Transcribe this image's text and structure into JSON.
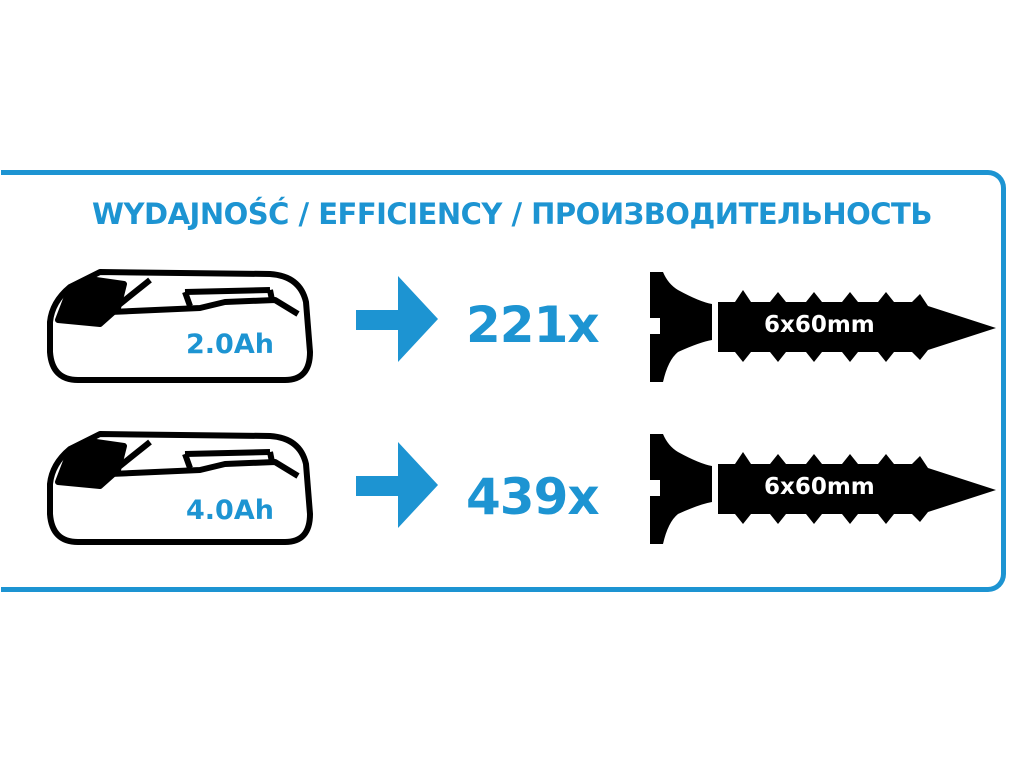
{
  "title": "WYDAJNOŚĆ / EFFICIENCY / ПРОИЗВОДИТЕЛЬНОСТЬ",
  "accent_color": "#1d94d2",
  "rows": [
    {
      "battery": "2.0Ah",
      "count": "221x",
      "screw": "6x60mm",
      "battery_icon": "battery-pack-icon",
      "arrow_icon": "arrow-right-icon",
      "screw_icon": "screw-icon"
    },
    {
      "battery": "4.0Ah",
      "count": "439x",
      "screw": "6x60mm",
      "battery_icon": "battery-pack-icon",
      "arrow_icon": "arrow-right-icon",
      "screw_icon": "screw-icon"
    }
  ]
}
